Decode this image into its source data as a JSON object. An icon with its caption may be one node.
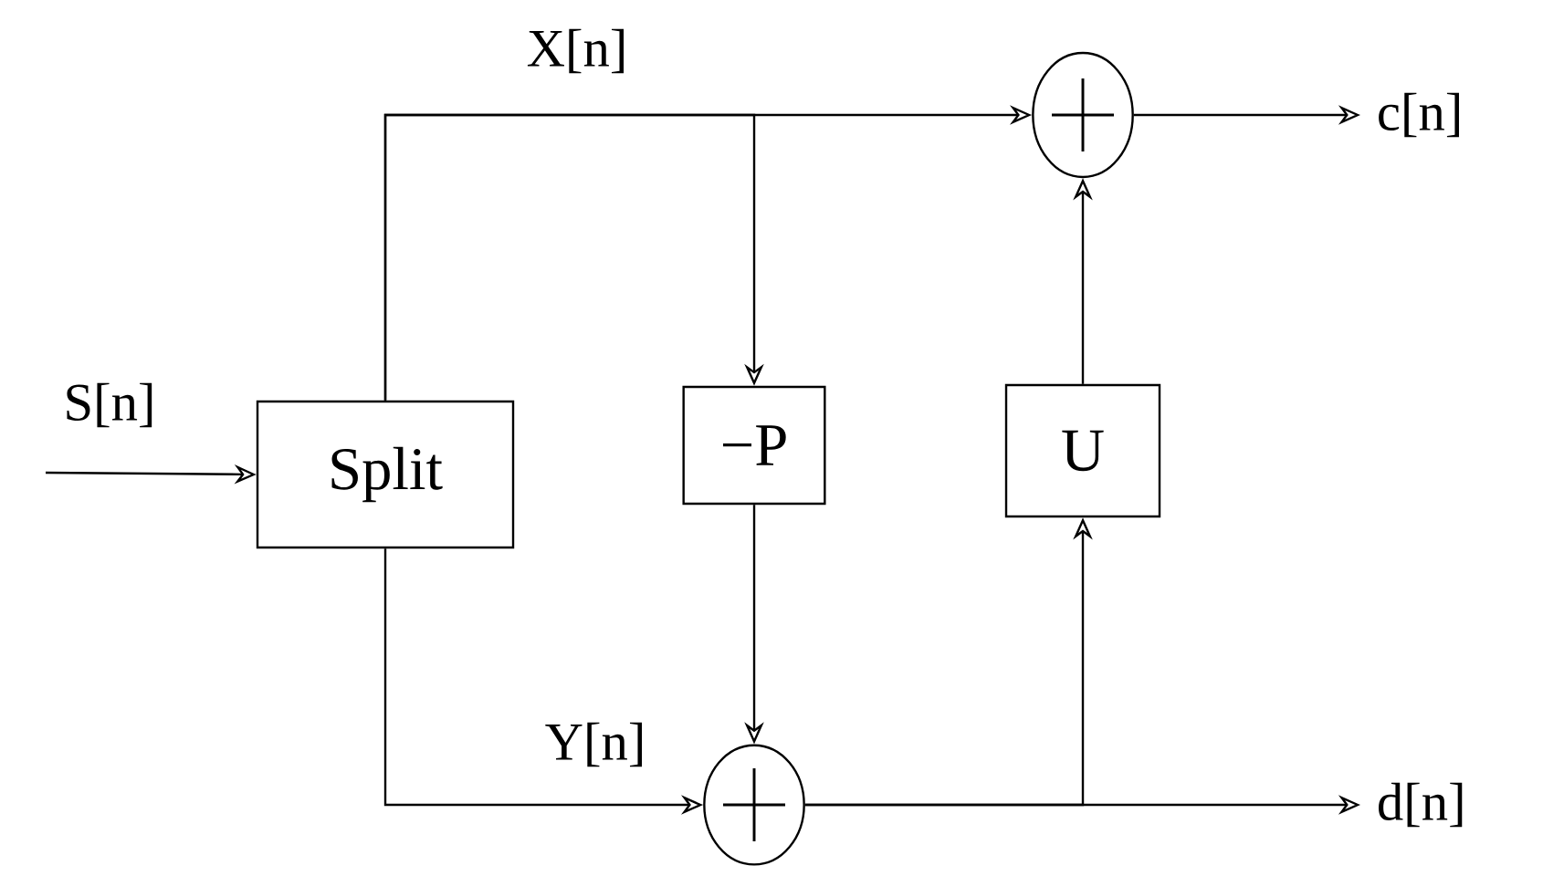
{
  "diagram": {
    "nodes": [
      {
        "text": [
          "Split"
        ]
      },
      {
        "text": [
          "−P"
        ]
      },
      {
        "text": [
          "U"
        ]
      },
      {
        "text": [],
        "shape": "circle"
      },
      {
        "text": [],
        "shape": "circle"
      }
    ],
    "edges": [
      {
        "from": null,
        "to": 0,
        "arrow": "to",
        "label": "S[n]"
      },
      {
        "from": 0,
        "to": 3,
        "arrow": "to",
        "label": "X[n]"
      },
      {
        "from": 0,
        "to": 1,
        "arrow": "to"
      },
      {
        "from": 0,
        "to": 4,
        "arrow": "to",
        "label": "Y[n]"
      },
      {
        "from": 1,
        "to": 4,
        "arrow": "to"
      },
      {
        "from": 4,
        "to": null,
        "arrow": "to",
        "label": "d[n]"
      },
      {
        "from": 4,
        "to": 2,
        "arrow": "to"
      },
      {
        "from": 2,
        "to": 3,
        "arrow": "to"
      },
      {
        "from": 3,
        "to": null,
        "arrow": "to",
        "label": "c[n]"
      }
    ]
  }
}
